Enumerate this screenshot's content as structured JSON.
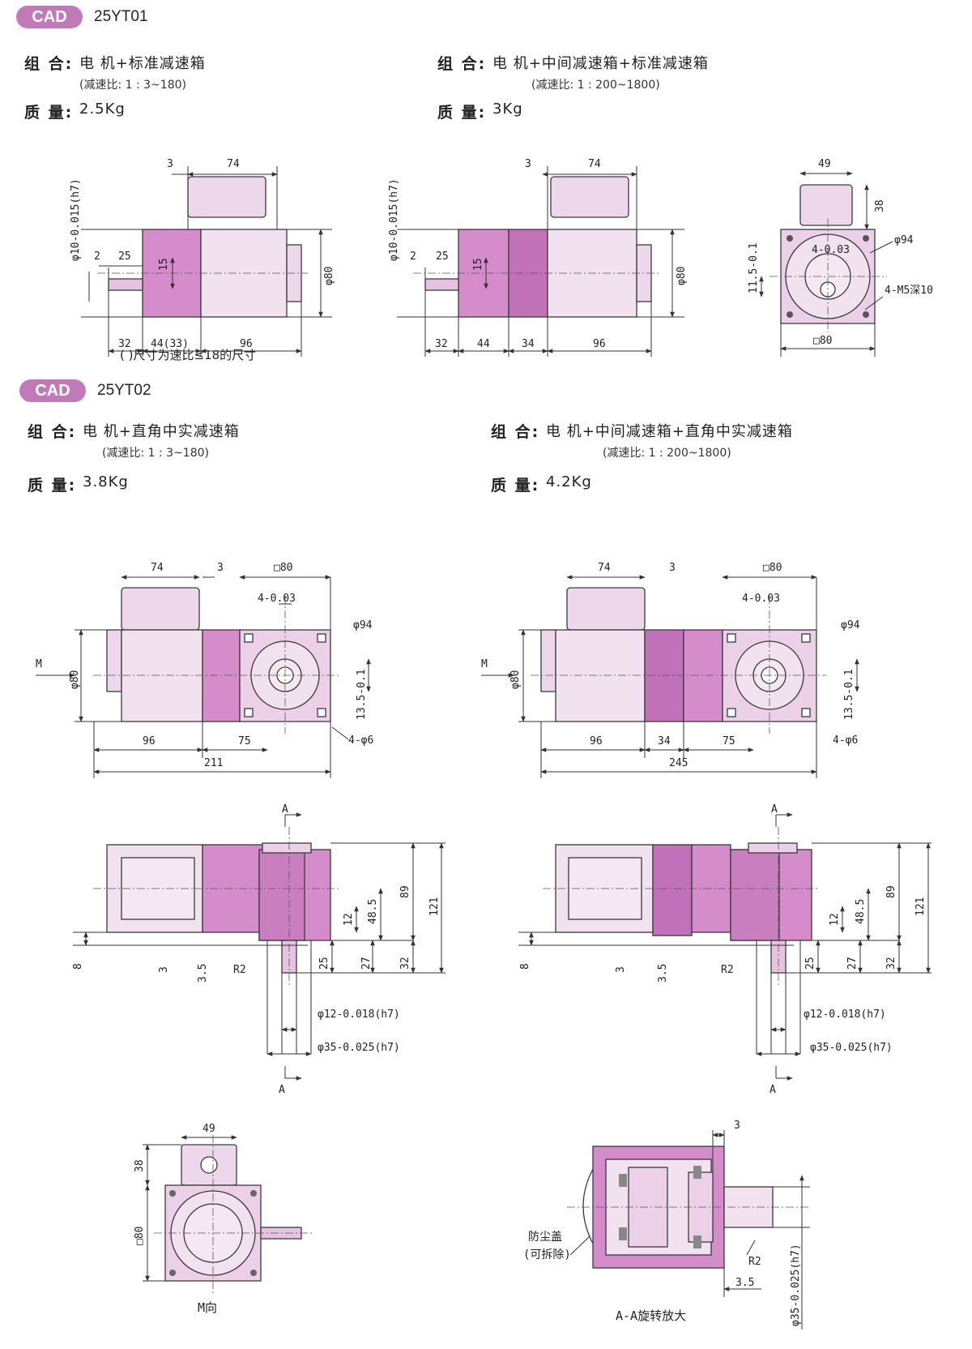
{
  "section1": {
    "badge": "CAD",
    "model": "25YT01",
    "left": {
      "combo_label": "组 合:",
      "combo_value": "电 机+标准减速箱",
      "ratio": "(减速比: 1 : 3~180)",
      "weight_label": "质 量:",
      "weight_value": "2.5Kg"
    },
    "right": {
      "combo_label": "组 合:",
      "combo_value": "电 机+中间减速箱+标准减速箱",
      "ratio": "(减速比: 1 : 200~1800)",
      "weight_label": "质 量:",
      "weight_value": "3Kg"
    },
    "note": "( )尺寸为速比≤18的尺寸",
    "dims": {
      "shaft_dia": "φ10-0.015(h7)",
      "key_tol": "4-0.03",
      "d3": "3",
      "d74": "74",
      "d2": "2",
      "d25": "25",
      "d15": "15",
      "d80": "φ80",
      "d32": "32",
      "d44_33": "44(33)",
      "d44": "44",
      "d34": "34",
      "d96": "96",
      "d49": "49",
      "d38": "38",
      "d11_5": "11.5-0.1",
      "d94": "φ94",
      "holes": "4-M5深10",
      "sq80": "□80"
    }
  },
  "section2": {
    "badge": "CAD",
    "model": "25YT02",
    "left": {
      "combo_label": "组 合:",
      "combo_value": "电 机+直角中实减速箱",
      "ratio": "(减速比: 1 : 3~180)",
      "weight_label": "质 量:",
      "weight_value": "3.8Kg"
    },
    "right": {
      "combo_label": "组 合:",
      "combo_value": "电 机+中间减速箱+直角中实减速箱",
      "ratio": "(减速比: 1 : 200~1800)",
      "weight_label": "质 量:",
      "weight_value": "4.2Kg"
    },
    "dims": {
      "d74": "74",
      "d3": "3",
      "sq80": "□80",
      "key": "4-0.03",
      "d94": "φ94",
      "m": "M",
      "d80": "φ80",
      "d13_5": "13.5-0.1",
      "holes": "4-φ6",
      "d96": "96",
      "d75": "75",
      "d34": "34",
      "d211": "211",
      "d245": "245",
      "a": "A",
      "d12": "12",
      "d48_5": "48.5",
      "d89": "89",
      "d121": "121",
      "d8": "8",
      "d3b": "3",
      "d3_5": "3.5",
      "r2": "R2",
      "d25": "25",
      "d27": "27",
      "d32": "32",
      "shaft12": "φ12-0.018(h7)",
      "shaft35": "φ35-0.025(h7)",
      "d49": "49",
      "d38": "38",
      "view_m": "M向",
      "dust1": "防尘盖",
      "dust2": "(可拆除)",
      "section_aa": "A-A旋转放大"
    }
  }
}
